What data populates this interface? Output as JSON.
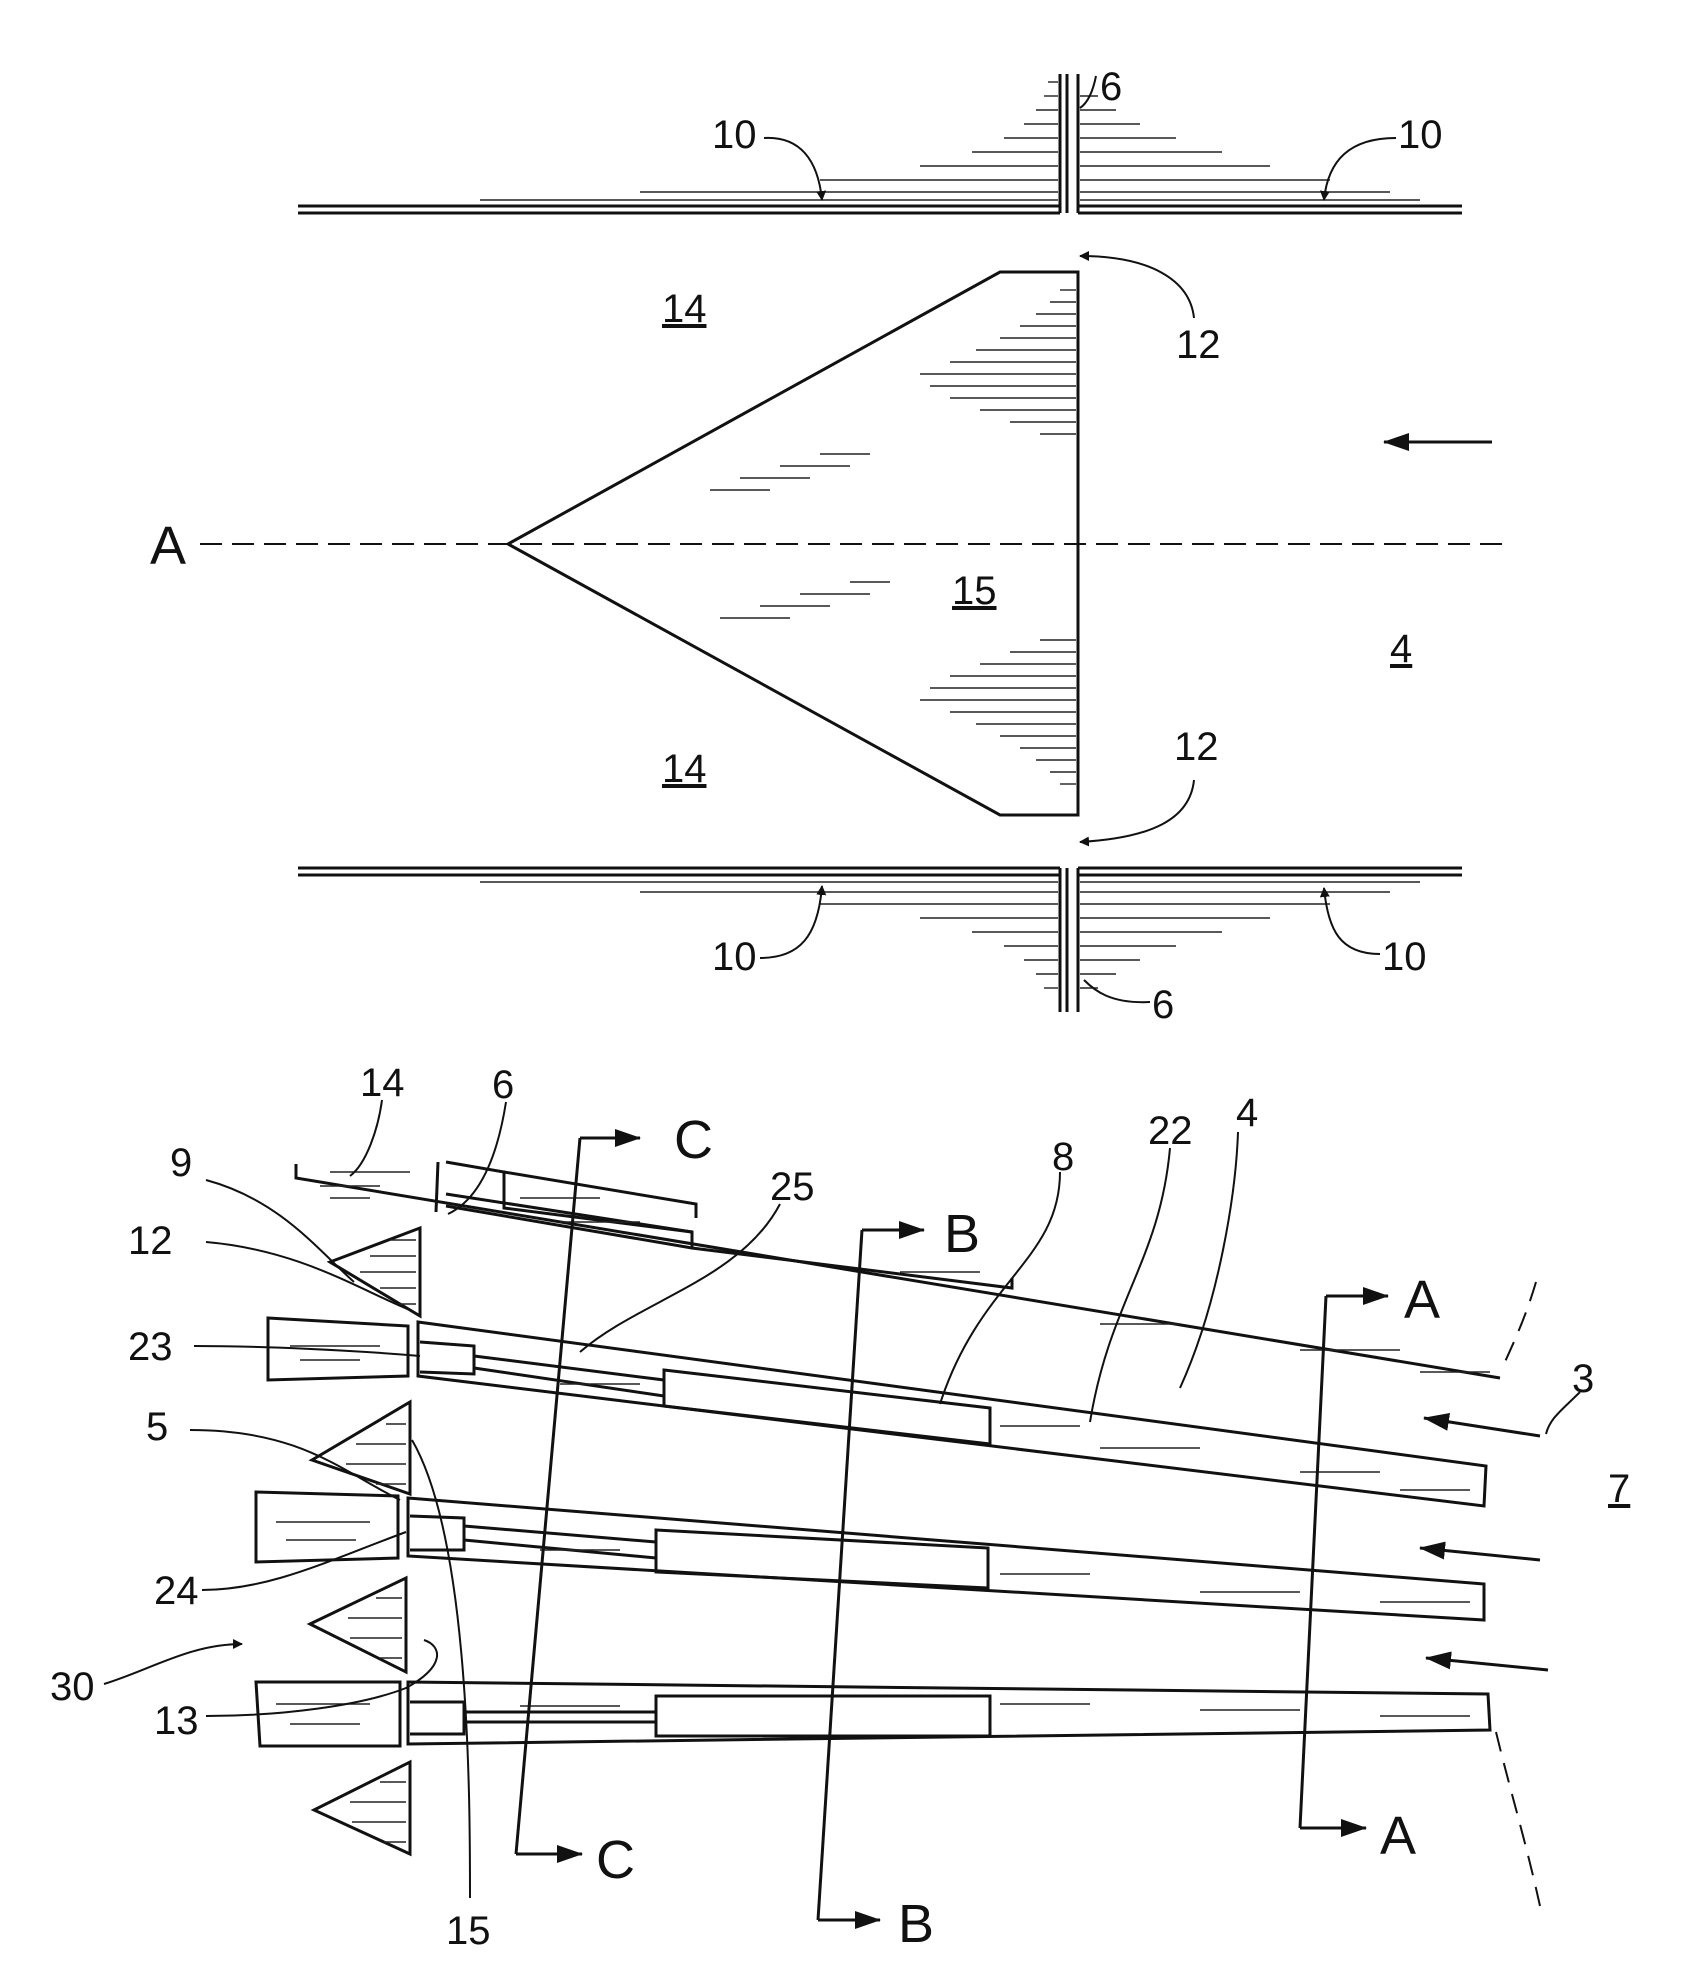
{
  "figure_top": {
    "labels": {
      "wall_top_left": "10",
      "wall_top_right": "10",
      "wall_bottom_left": "10",
      "wall_bottom_right": "10",
      "slot_top": "6",
      "slot_bottom": "6",
      "gap_top": "12",
      "gap_bottom": "12",
      "region_upper": "14",
      "region_lower": "14",
      "body": "15",
      "flow_region": "4",
      "axis": "A"
    }
  },
  "figure_bottom": {
    "labels": {
      "l14": "14",
      "l6": "6",
      "l9": "9",
      "l12": "12",
      "l25": "25",
      "l8": "8",
      "l22": "22",
      "l4": "4",
      "l23": "23",
      "l3": "3",
      "l5": "5",
      "l7": "7",
      "l24": "24",
      "l30": "30",
      "l13": "13",
      "l15": "15"
    },
    "sections": {
      "c_top": "C",
      "c_bottom": "C",
      "b_top": "B",
      "b_bottom": "B",
      "a_top": "A",
      "a_bottom": "A"
    }
  }
}
